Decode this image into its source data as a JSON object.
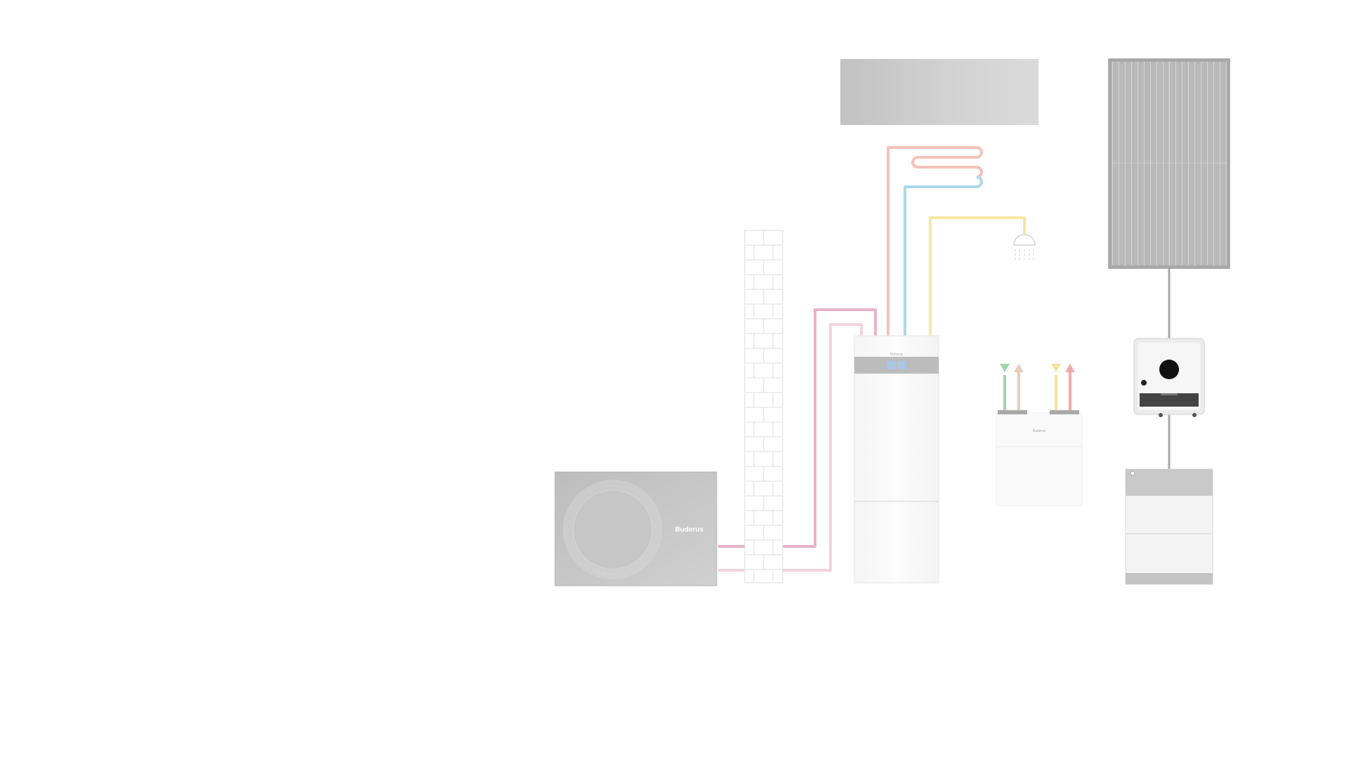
{
  "colors": {
    "supply_pink": "#e7b3c8",
    "return_pink": "#f2d3de",
    "heating_flow": "#f5c2b8",
    "heating_return": "#aed8ee",
    "hot_water": "#f7e7a1",
    "vent_green": "#9fd6ac",
    "vent_beige": "#e8cdbd",
    "vent_yellow": "#f4e49a",
    "vent_red": "#eeaaab",
    "electric": "#a7a7a7",
    "device_grey": "#c4c4c4",
    "panel_grey": "#bcbcbc",
    "display_blue": "#a9c6e6"
  },
  "outdoor_unit": {
    "brand": "Buderus",
    "icon": "fan-grille-icon"
  },
  "indoor_unit": {
    "brand": "Buderus",
    "icon": "control-display-icon"
  },
  "ventilation_unit": {
    "brand": "Buderus",
    "icons": [
      "arrow-down-icon",
      "arrow-up-icon",
      "arrow-down-icon",
      "arrow-up-icon"
    ]
  },
  "shower": {
    "icon": "shower-head-icon"
  },
  "inverter": {
    "icon": "inverter-display-icon"
  }
}
